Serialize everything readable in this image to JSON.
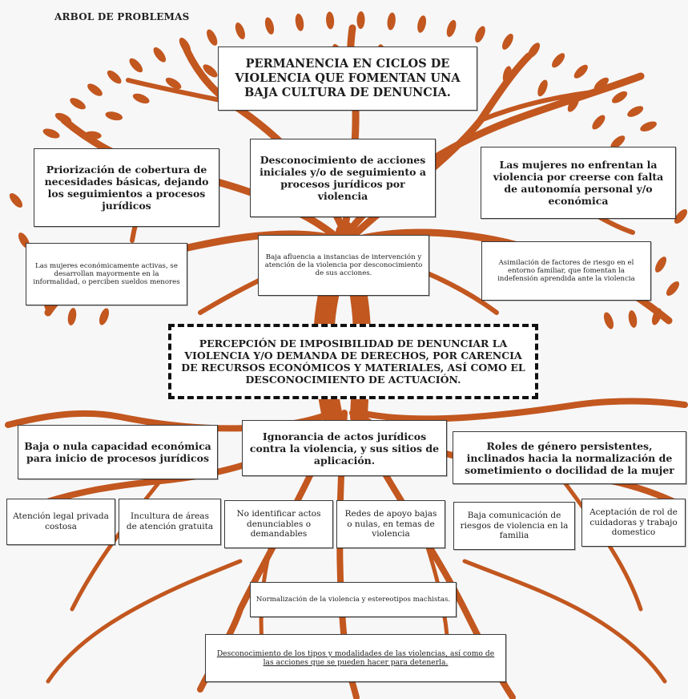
{
  "title": "ARBOL DE PROBLEMAS",
  "colors": {
    "tree": "#c2571f",
    "background": "#f7f7f8"
  },
  "effects": {
    "main": "PERMANENCIA EN CICLOS DE VIOLENCIA QUE FOMENTAN UNA BAJA CULTURA DE DENUNCIA.",
    "left": "Priorización de cobertura de necesidades básicas, dejando los seguimientos a procesos jurídicos",
    "center": "Desconocimiento de acciones iniciales y/o de seguimiento a procesos jurídicos por violencia",
    "right": "Las mujeres no enfrentan la violencia por creerse con falta de autonomía personal y/o económica",
    "left_sub": "Las mujeres económicamente activas, se desarrollan mayormente en la informalidad, o perciben sueldos menores",
    "center_sub": "Baja afluencia a instancias de intervención y atención de la violencia por desconocimiento de sus acciones.",
    "right_sub": "Asimilación de factores de riesgo en el entorno familiar, que fomentan la indefensión aprendida ante la violencia"
  },
  "central_problem": "PERCEPCIÓN DE IMPOSIBILIDAD DE DENUNCIAR LA VIOLENCIA Y/O DEMANDA DE DERECHOS, POR CARENCIA DE RECURSOS ECONÓMICOS Y MATERIALES, ASÍ COMO EL DESCONOCIMIENTO DE ACTUACIÓN.",
  "causes": {
    "left": "Baja o nula capacidad económica para inicio de procesos jurídicos",
    "center": "Ignorancia de actos jurídicos contra la violencia, y sus sitios de aplicación.",
    "right": "Roles de género persistentes, inclinados hacia la normalización de sometimiento o docilidad de la mujer",
    "sub": [
      "Atención legal privada costosa",
      "Incultura de áreas de atención gratuita",
      "No identificar actos denunciables o demandables",
      "Redes de apoyo bajas o nulas, en temas de violencia",
      "Baja comunicación de riesgos de violencia en la familia",
      "Aceptación de rol de cuidadoras y trabajo domestico"
    ],
    "root1": "Normalización de la violencia y estereotipos machistas.",
    "root2": "Desconocimiento de los tipos y modalidades de las violencias, así como de las acciones que se pueden hacer para detenerla."
  }
}
